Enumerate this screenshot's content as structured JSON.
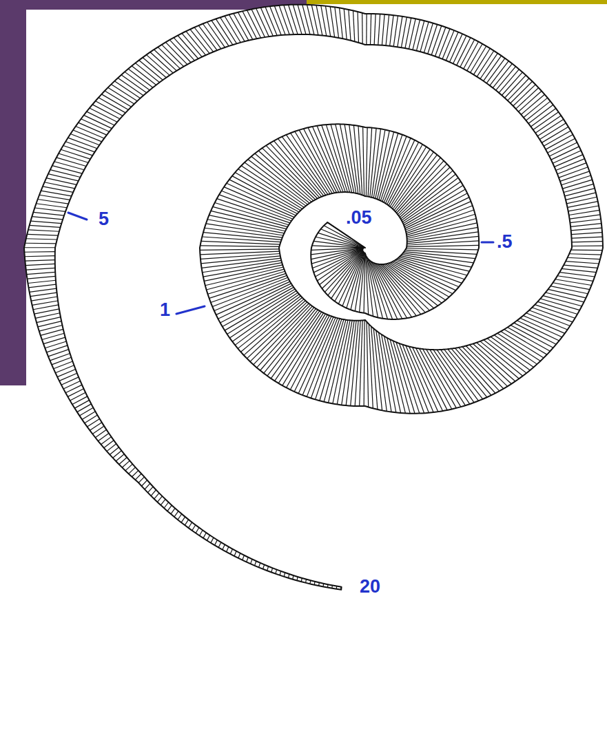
{
  "diagram": {
    "labels": [
      "5",
      ".05",
      ".5",
      "1",
      "20"
    ]
  }
}
